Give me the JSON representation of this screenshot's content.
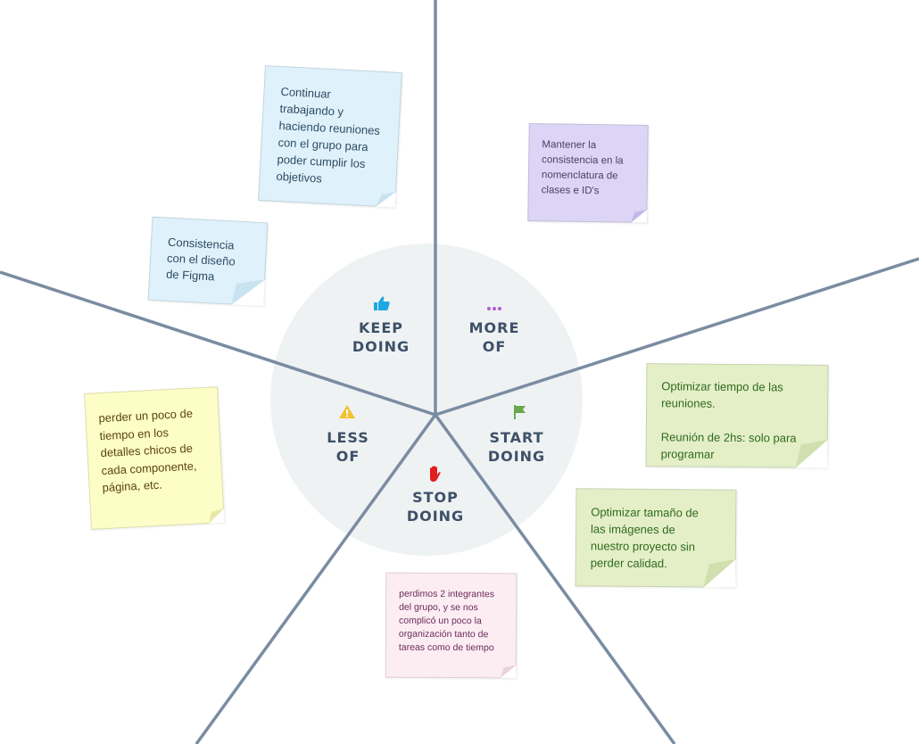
{
  "board": {
    "line_color": "#7a8ca1",
    "circle_color": "#eff2f3"
  },
  "segments": {
    "keep_doing": {
      "line1": "KEEP",
      "line2": "DOING",
      "icon": "thumbs-up-icon",
      "icon_color": "#1ea7e0"
    },
    "more_of": {
      "line1": "MORE",
      "line2": "OF",
      "icon": "ellipsis-icon",
      "icon_color": "#b05bd8"
    },
    "start_doing": {
      "line1": "START",
      "line2": "DOING",
      "icon": "flag-icon",
      "icon_color": "#6aa84f"
    },
    "stop_doing": {
      "line1": "STOP",
      "line2": "DOING",
      "icon": "stop-hand-icon",
      "icon_color": "#e0201b"
    },
    "less_of": {
      "line1": "LESS",
      "line2": "OF",
      "icon": "warning-icon",
      "icon_color": "#f2c230"
    }
  },
  "notes": {
    "keep_1": {
      "text": "Continuar trabajando y haciendo reuniones con el grupo para poder cumplir los objetivos",
      "color": "#dff2fb",
      "text_color": "#2c4a63"
    },
    "keep_2": {
      "text": "Consistencia con el diseño de Figma",
      "color": "#dff2fb",
      "text_color": "#2c4a63"
    },
    "more_1": {
      "text": "Mantener la consistencia en la nomenclatura de clases e ID's",
      "color": "#ddd5f6",
      "text_color": "#4a4266"
    },
    "start_1": {
      "text_a": "Optimizar tiempo de las reuniones.",
      "text_b": "Reunión de 2hs: solo para programar",
      "color": "#e4efc8",
      "text_color": "#2f6a1e"
    },
    "start_2": {
      "text": "Optimizar tamaño de las imágenes de nuestro proyecto sin perder calidad.",
      "color": "#e4efc8",
      "text_color": "#2f6a1e"
    },
    "stop_1": {
      "text": "perdimos 2 integrantes del grupo, y se nos complicó un poco la organización tanto de tareas como de tiempo",
      "color": "#fcedf3",
      "text_color": "#6b2a5a"
    },
    "less_1": {
      "text": "perder un poco de tiempo en los detalles chicos de cada componente, página, etc.",
      "color": "#fdfdc8",
      "text_color": "#5a4410"
    }
  }
}
